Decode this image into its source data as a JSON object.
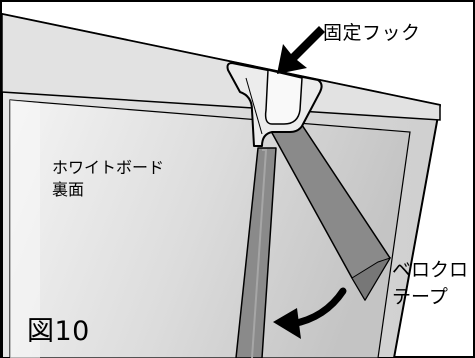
{
  "labels": {
    "hook": "固定フック",
    "board_line1": "ホワイトボード",
    "board_line2": "裏面",
    "velcro_line1": "ベロクロ",
    "velcro_line2": "テープ",
    "figure": "図10"
  }
}
